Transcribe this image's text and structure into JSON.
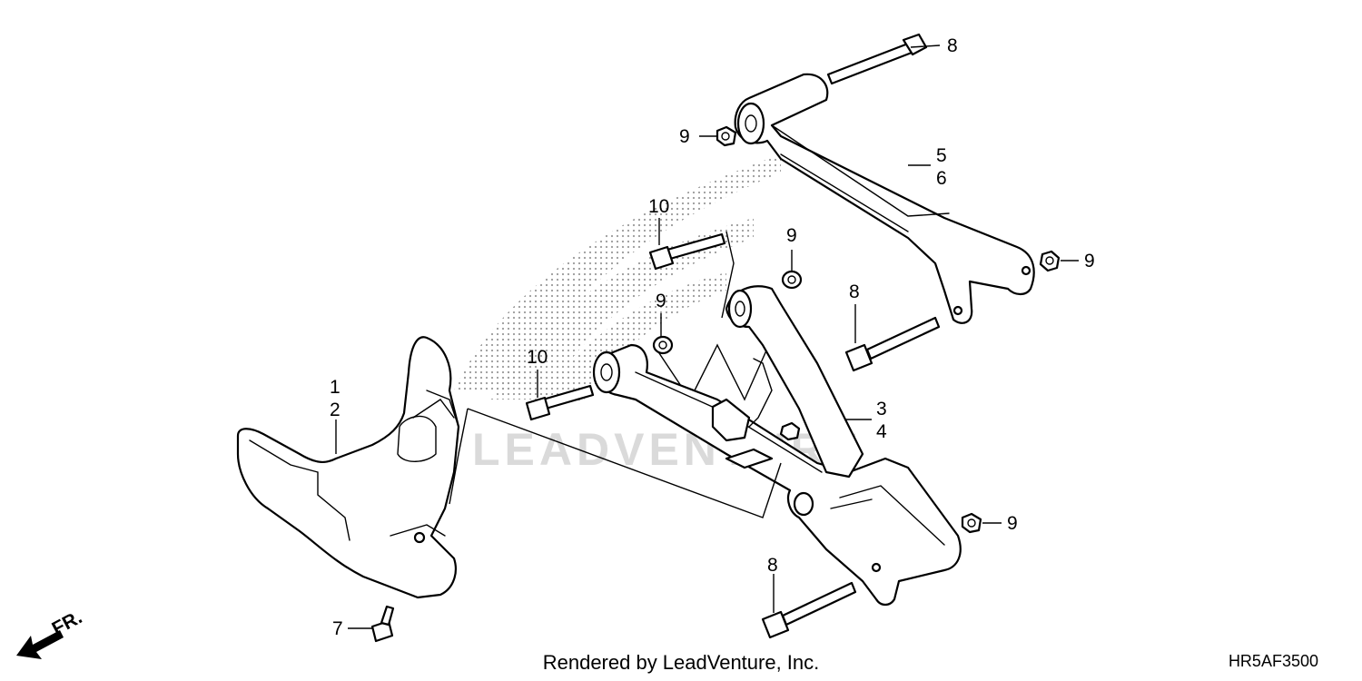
{
  "callouts": {
    "c1": "1",
    "c2": "2",
    "c3": "3",
    "c4": "4",
    "c5": "5",
    "c6": "6",
    "c7": "7",
    "c8a": "8",
    "c8b": "8",
    "c8c": "8",
    "c9a": "9",
    "c9b": "9",
    "c9c": "9",
    "c9d": "9",
    "c9e": "9",
    "c10a": "10",
    "c10b": "10"
  },
  "direction_label": "FR.",
  "watermark_text": "LEADVENTURE",
  "footer": {
    "rendered_by": "Rendered by LeadVenture, Inc.",
    "diagram_code": "HR5AF3500"
  }
}
